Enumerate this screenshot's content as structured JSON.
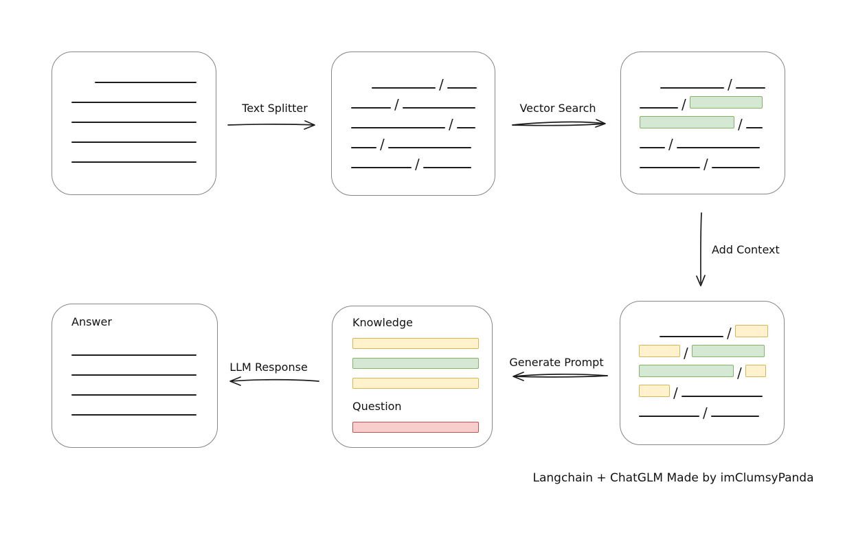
{
  "colors": {
    "box_stroke": "#858585",
    "line": "#1c1c1c",
    "green_fill": "#d5e8d4",
    "green_stroke": "#82b366",
    "yellow_fill": "#fff2cc",
    "yellow_stroke": "#d6b656",
    "red_fill": "#f8cecc",
    "red_stroke": "#b85450"
  },
  "slash": "/",
  "labels": {
    "text_splitter": "Text Splitter",
    "vector_search": "Vector Search",
    "add_context": "Add Context",
    "generate_prompt": "Generate Prompt",
    "llm_response": "LLM Response"
  },
  "prompt": {
    "knowledge_label": "Knowledge",
    "question_label": "Question",
    "knowledge_bars": [
      "yellow",
      "green",
      "yellow"
    ],
    "question_bars": [
      "red"
    ]
  },
  "answer": {
    "label": "Answer"
  },
  "caption": "Langchain + ChatGLM Made by imClumsyPanda",
  "rows": {
    "document": [
      [
        {
          "t": "space",
          "w": 34
        },
        {
          "t": "line",
          "w": 148
        }
      ],
      [
        {
          "t": "line",
          "w": 182
        }
      ],
      [
        {
          "t": "line",
          "w": 182
        }
      ],
      [
        {
          "t": "line",
          "w": 182
        }
      ],
      [
        {
          "t": "line",
          "w": 182
        }
      ]
    ],
    "chunks": [
      [
        {
          "t": "space",
          "w": 30
        },
        {
          "t": "line",
          "w": 93
        },
        {
          "t": "slash"
        },
        {
          "t": "line",
          "w": 43
        }
      ],
      [
        {
          "t": "line",
          "w": 58
        },
        {
          "t": "slash"
        },
        {
          "t": "line",
          "w": 106
        }
      ],
      [
        {
          "t": "line",
          "w": 137
        },
        {
          "t": "slash"
        },
        {
          "t": "line",
          "w": 27
        }
      ],
      [
        {
          "t": "line",
          "w": 37
        },
        {
          "t": "slash"
        },
        {
          "t": "line",
          "w": 121
        }
      ],
      [
        {
          "t": "line",
          "w": 88
        },
        {
          "t": "slash"
        },
        {
          "t": "line",
          "w": 70
        }
      ]
    ],
    "matched": [
      [
        {
          "t": "space",
          "w": 30
        },
        {
          "t": "line",
          "w": 93
        },
        {
          "t": "slash"
        },
        {
          "t": "line",
          "w": 43
        }
      ],
      [
        {
          "t": "line",
          "w": 56
        },
        {
          "t": "slash"
        },
        {
          "t": "green",
          "w": 106
        }
      ],
      [
        {
          "t": "green",
          "w": 138
        },
        {
          "t": "slash"
        },
        {
          "t": "line",
          "w": 24
        }
      ],
      [
        {
          "t": "line",
          "w": 37
        },
        {
          "t": "slash"
        },
        {
          "t": "line",
          "w": 121
        }
      ],
      [
        {
          "t": "line",
          "w": 88
        },
        {
          "t": "slash"
        },
        {
          "t": "line",
          "w": 70
        }
      ]
    ],
    "context": [
      [
        {
          "t": "space",
          "w": 30
        },
        {
          "t": "line",
          "w": 93
        },
        {
          "t": "slash"
        },
        {
          "t": "yellow",
          "w": 48
        }
      ],
      [
        {
          "t": "yellow",
          "w": 60
        },
        {
          "t": "slash"
        },
        {
          "t": "green",
          "w": 106
        }
      ],
      [
        {
          "t": "green",
          "w": 138
        },
        {
          "t": "slash"
        },
        {
          "t": "yellow",
          "w": 30
        }
      ],
      [
        {
          "t": "yellow",
          "w": 45
        },
        {
          "t": "slash"
        },
        {
          "t": "line",
          "w": 118
        }
      ],
      [
        {
          "t": "line",
          "w": 88
        },
        {
          "t": "slash"
        },
        {
          "t": "line",
          "w": 70
        }
      ]
    ],
    "answer": [
      [
        {
          "t": "line",
          "w": 182
        }
      ],
      [
        {
          "t": "line",
          "w": 182
        }
      ],
      [
        {
          "t": "line",
          "w": 182
        }
      ],
      [
        {
          "t": "line",
          "w": 182
        }
      ]
    ]
  }
}
